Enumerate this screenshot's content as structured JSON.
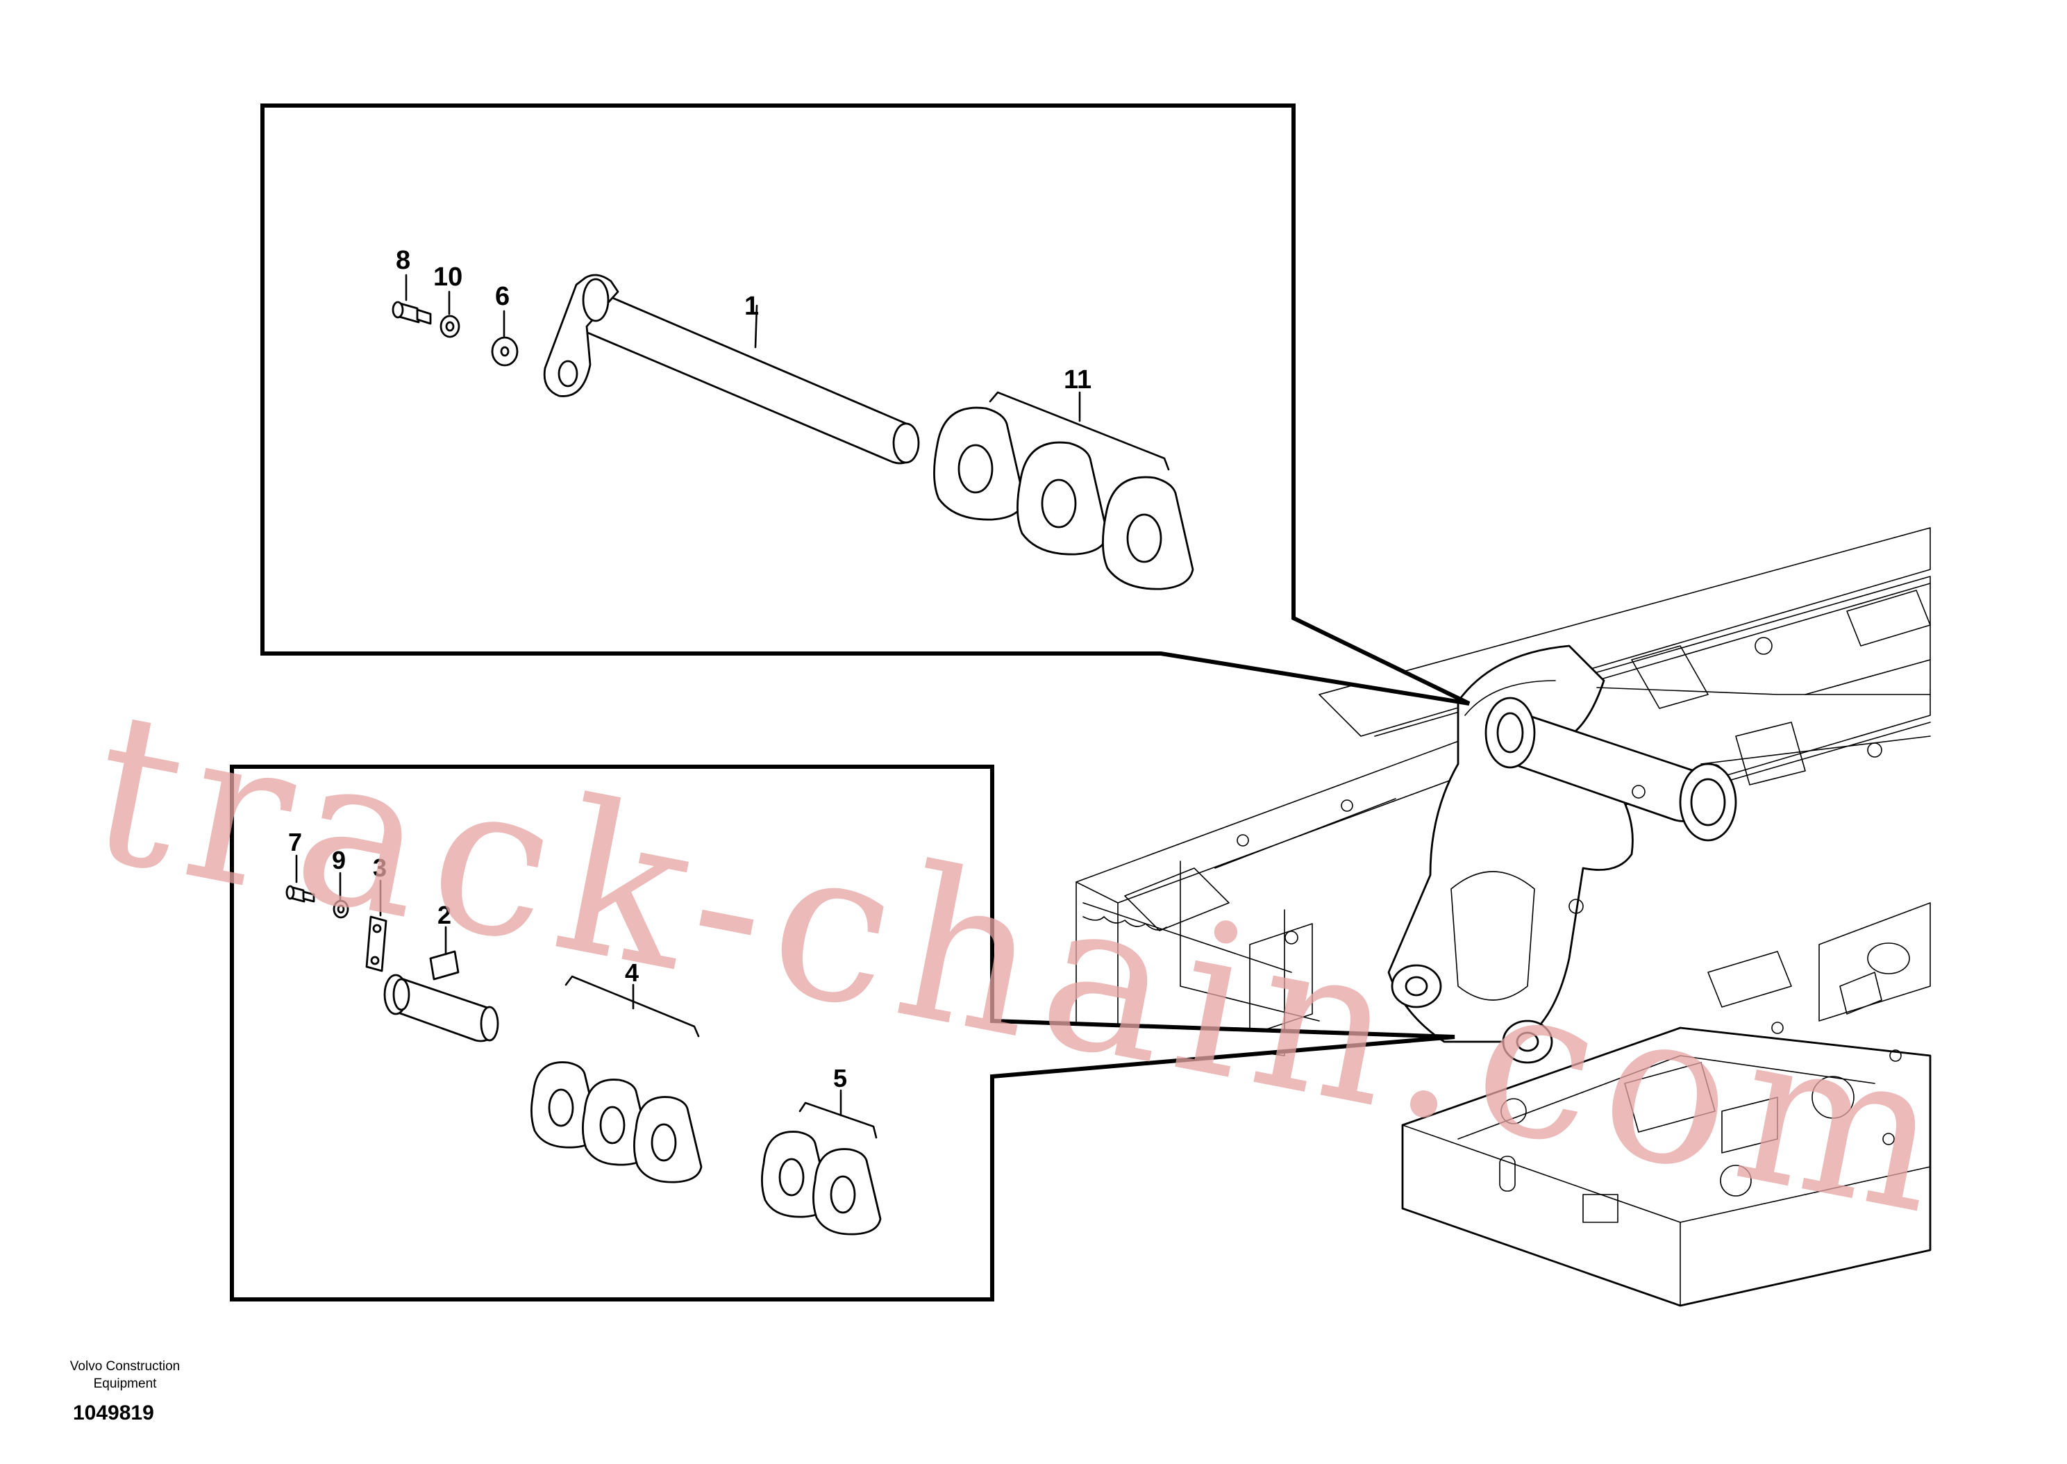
{
  "callouts": {
    "c1": "1",
    "c2": "2",
    "c3": "3",
    "c4": "4",
    "c5": "5",
    "c6": "6",
    "c7": "7",
    "c8": "8",
    "c9": "9",
    "c10": "10",
    "c11": "11"
  },
  "watermark": "track-chain.com",
  "footer": {
    "company_line1": "Volvo Construction",
    "company_line2": "Equipment",
    "drawing_number": "1049819"
  }
}
